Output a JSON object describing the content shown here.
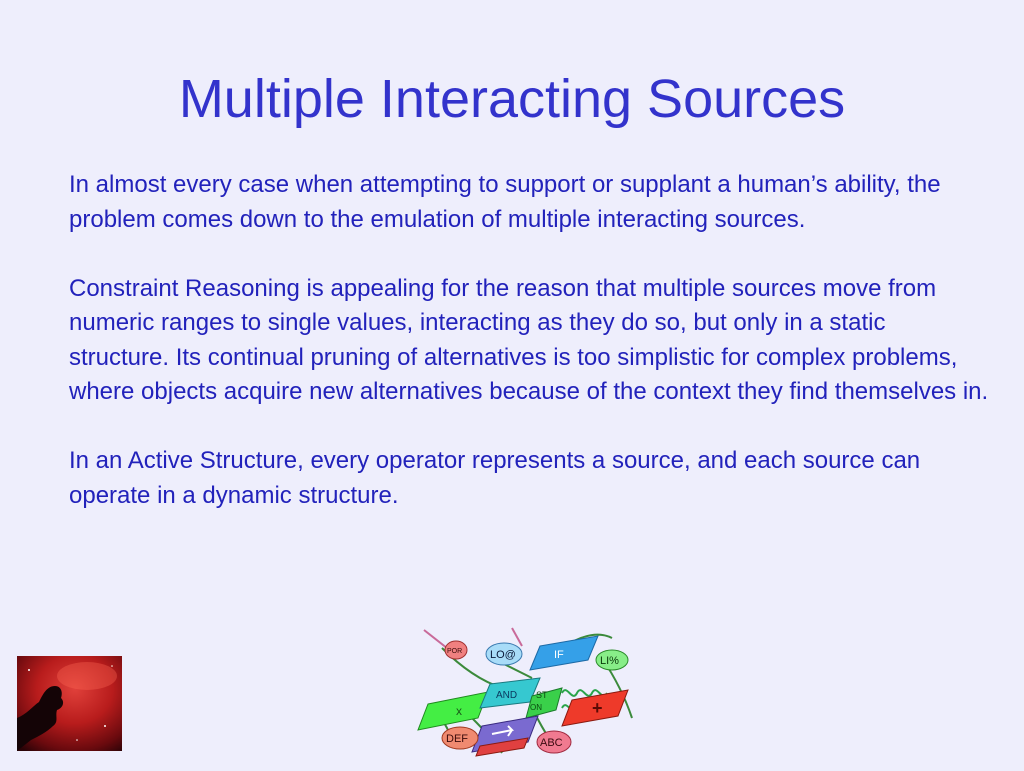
{
  "slide": {
    "title": "Multiple Interacting Sources",
    "paragraphs": [
      "In almost every case when attempting to support or supplant a human’s ability, the problem comes down to the emulation of multiple interacting sources.",
      "Constraint Reasoning is appealing for the reason that multiple sources move from numeric ranges to single values, interacting as they do so, but only in a static structure. Its continual pruning of alternatives is too simplistic for complex problems, where objects acquire new alternatives because of the context they find themselves in.",
      "In an Active Structure, every operator represents a source, and each source can operate in a dynamic structure."
    ]
  },
  "diagram": {
    "labels": {
      "por": "POR",
      "loc": "LO@",
      "if": "IF",
      "li": "LI%",
      "and": "AND",
      "def": "DEF",
      "abc": "ABC",
      "plus": "+",
      "x": "x",
      "st": "ST",
      "on": "ON"
    }
  },
  "colors": {
    "background": "#eeeefc",
    "title": "#3333cc",
    "text": "#2222bb"
  }
}
